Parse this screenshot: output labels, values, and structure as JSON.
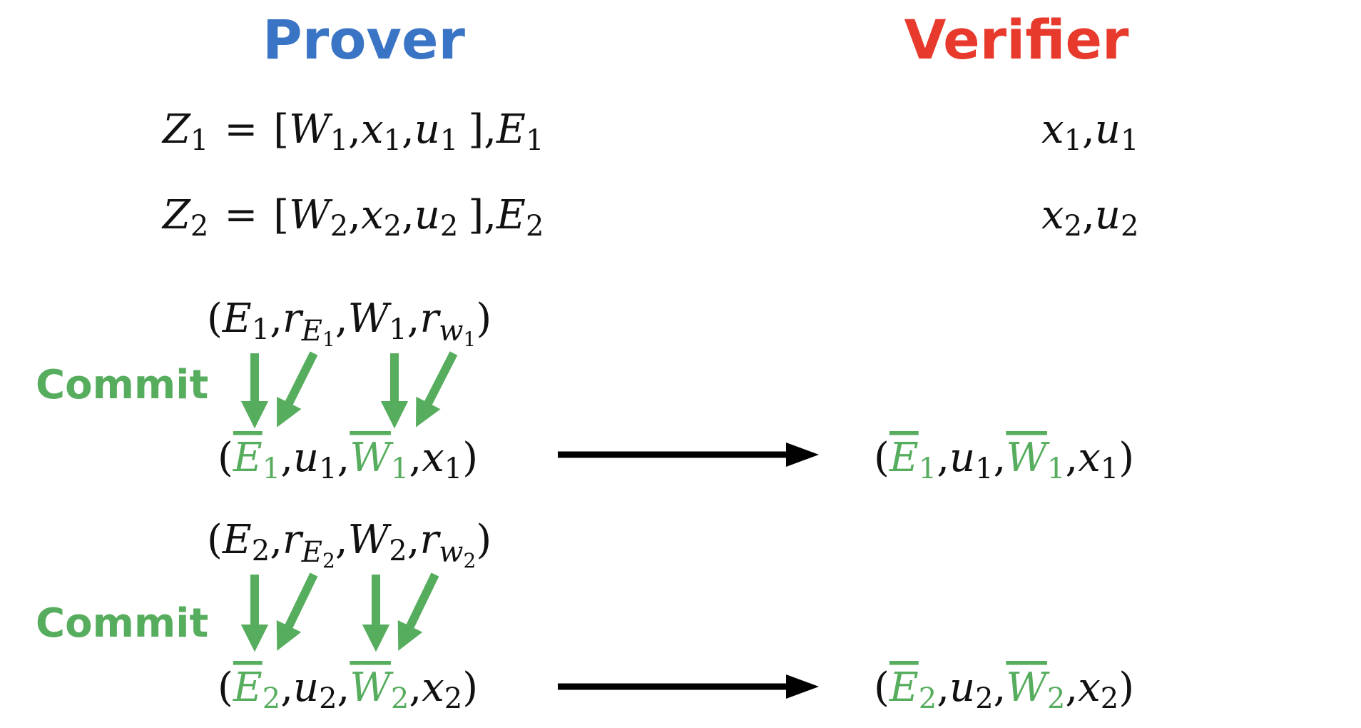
{
  "headers": {
    "prover": "Prover",
    "verifier": "Verifier"
  },
  "colors": {
    "prover": "#3a74c4",
    "verifier": "#e83a2c",
    "commit": "#57ad5e",
    "text": "#111111",
    "arrow": "#000000"
  },
  "commit_labels": [
    "Commit",
    "Commit"
  ],
  "prover_instances": [
    {
      "sym": "Z",
      "idx": "1",
      "eq": "=",
      "open": "[",
      "W": "W",
      "x": "x",
      "u": "u",
      "close": "]",
      "E": "E",
      "sep": ","
    },
    {
      "sym": "Z",
      "idx": "2",
      "eq": "=",
      "open": "[",
      "W": "W",
      "x": "x",
      "u": "u",
      "close": "]",
      "E": "E",
      "sep": ","
    }
  ],
  "verifier_instances": [
    {
      "x": "x",
      "u": "u",
      "idx": "1",
      "sep": ","
    },
    {
      "x": "x",
      "u": "u",
      "idx": "2",
      "sep": ","
    }
  ],
  "commit_inputs": [
    {
      "lp": "(",
      "E": "E",
      "r": "r",
      "W": "W",
      "w": "w",
      "idx": "1",
      "sep": ",",
      "rp": ")"
    },
    {
      "lp": "(",
      "E": "E",
      "r": "r",
      "W": "W",
      "w": "w",
      "idx": "2",
      "sep": ",",
      "rp": ")"
    }
  ],
  "committed_instances": [
    {
      "lp": "(",
      "Ebar": "E",
      "u": "u",
      "Wbar": "W",
      "x": "x",
      "idx": "1",
      "sep": ",",
      "rp": ")"
    },
    {
      "lp": "(",
      "Ebar": "E",
      "u": "u",
      "Wbar": "W",
      "x": "x",
      "idx": "2",
      "sep": ",",
      "rp": ")"
    }
  ]
}
